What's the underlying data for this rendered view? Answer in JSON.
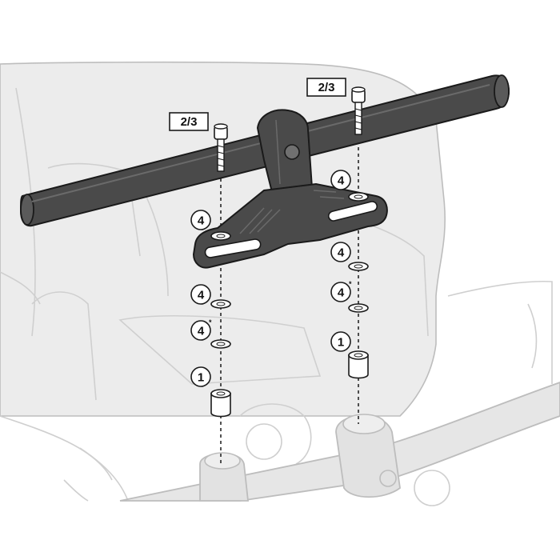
{
  "diagram": {
    "colors": {
      "part_dark": "#4a4a4a",
      "part_outline": "#1a1a1a",
      "background_sketch": "#d6d6d6",
      "background_fill": "#ececec"
    },
    "labels": {
      "left_screw_box": "2/3",
      "right_screw_box": "2/3",
      "left_stack": [
        "4",
        "4",
        "4",
        "1"
      ],
      "left_stack_stars": [
        "",
        "",
        "*",
        ""
      ],
      "right_stack": [
        "4",
        "4",
        "4",
        "1"
      ],
      "right_stack_stars": [
        "",
        "",
        "*",
        ""
      ]
    }
  }
}
